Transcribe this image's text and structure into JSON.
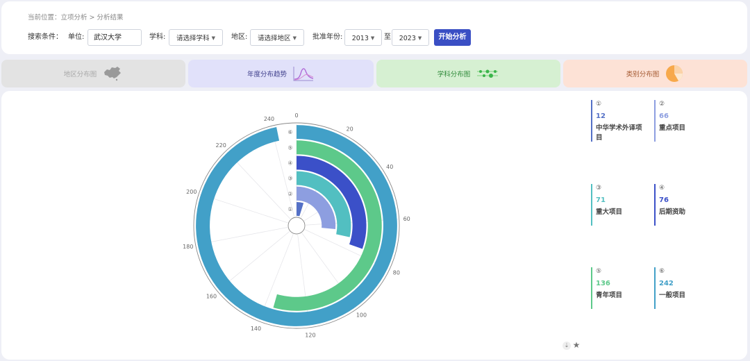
{
  "breadcrumb": "当前位置：立项分析 > 分析结果",
  "search": {
    "conditions_label": "搜索条件：",
    "unit_label": "单位:",
    "unit_value": "武汉大学",
    "subject_label": "学科:",
    "subject_select": "请选择学科",
    "region_label": "地区:",
    "region_select": "请选择地区",
    "year_label": "批准年份:",
    "year_from": "2013",
    "year_to_sep": "至",
    "year_to": "2023",
    "start_button": "开始分析"
  },
  "tabs": [
    {
      "label": "地区分布图",
      "icon": "china-map-icon"
    },
    {
      "label": "年度分布趋势",
      "icon": "line-trend-icon"
    },
    {
      "label": "学科分布图",
      "icon": "scatter-dots-icon"
    },
    {
      "label": "类别分布图",
      "icon": "pie-icon"
    }
  ],
  "chart_data": {
    "type": "polar-bar",
    "angle_axis": {
      "min": 0,
      "max": 250,
      "ticks": [
        0,
        20,
        40,
        60,
        80,
        100,
        120,
        140,
        160,
        180,
        200,
        220,
        240
      ]
    },
    "radius_categories": [
      "①",
      "②",
      "③",
      "④",
      "⑤",
      "⑥"
    ],
    "series": [
      {
        "index": "①",
        "name": "中华学术外译项目",
        "value": 12,
        "color": "#5470c6"
      },
      {
        "index": "②",
        "name": "重点项目",
        "value": 66,
        "color": "#8d9ee0"
      },
      {
        "index": "③",
        "name": "重大项目",
        "value": 71,
        "color": "#52bfc1"
      },
      {
        "index": "④",
        "name": "后期资助",
        "value": 76,
        "color": "#3b50c8"
      },
      {
        "index": "⑤",
        "name": "青年项目",
        "value": 136,
        "color": "#5dc98a"
      },
      {
        "index": "⑥",
        "name": "一般项目",
        "value": 242,
        "color": "#42a0c8"
      }
    ]
  },
  "toolbar": {
    "download_icon": "download-icon",
    "star_icon": "star-icon"
  }
}
